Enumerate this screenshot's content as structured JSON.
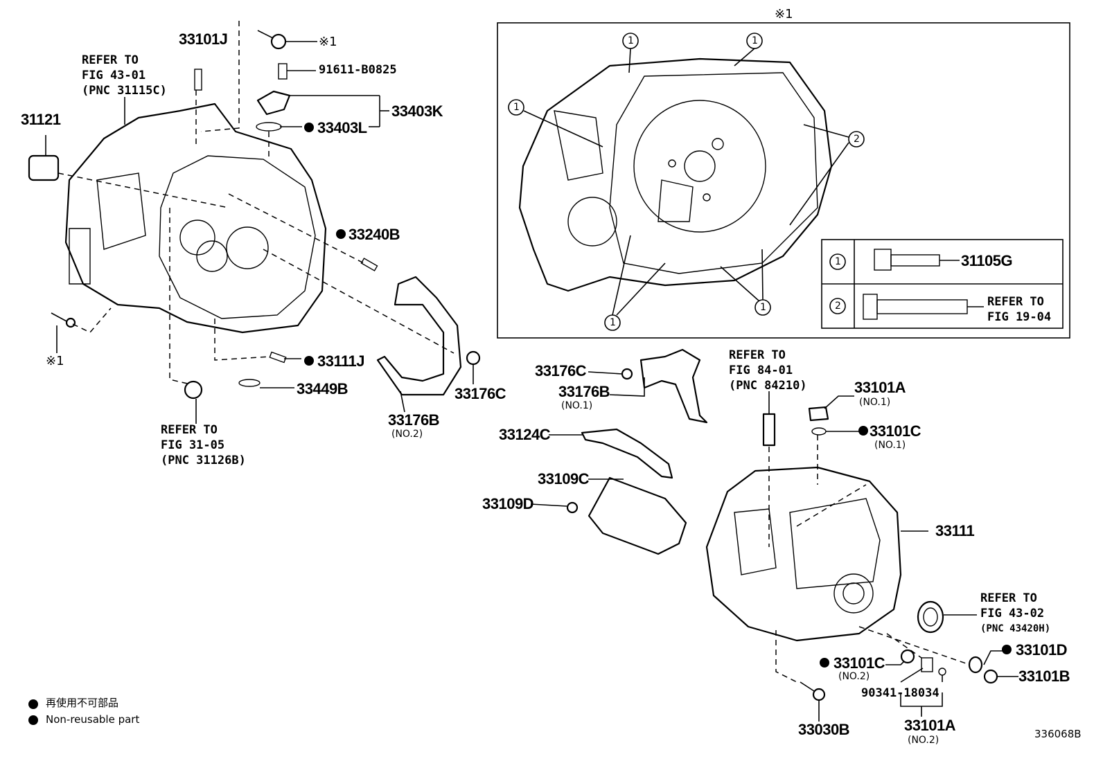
{
  "diagram_code": "336068B",
  "legend": {
    "reusable_note_ja": "再使用不可部品",
    "reusable_note_en": "Non-reusable part"
  },
  "detail_box": {
    "title_mark": "※1",
    "callout_1": "1",
    "callout_2": "2",
    "table": [
      {
        "callout": "1",
        "part": "31105G"
      },
      {
        "callout": "2",
        "part_line1": "REFER TO",
        "part_line2": "FIG 19-04"
      }
    ]
  },
  "parts": {
    "p33101J": "33101J",
    "mark1a": "※1",
    "p91611": "91611-B0825",
    "p33403K": "33403K",
    "p33403L": "33403L",
    "p31121": "31121",
    "refer_a": {
      "l1": "REFER TO",
      "l2": "FIG 43-01",
      "l3": "(PNC 31115C)"
    },
    "p33240B": "33240B",
    "p33111J": "33111J",
    "p33449B": "33449B",
    "mark1b": "※1",
    "refer_b": {
      "l1": "REFER TO",
      "l2": "FIG 31-05",
      "l3": "(PNC 31126B)"
    },
    "p33176C_a": "33176C",
    "p33176B_2": "33176B",
    "p33176B_2_sub": "(NO.2)",
    "p33176C_b": "33176C",
    "p33176B_1": "33176B",
    "p33176B_1_sub": "(NO.1)",
    "refer_c": {
      "l1": "REFER TO",
      "l2": "FIG 84-01",
      "l3": "(PNC 84210)"
    },
    "p33101A_1": "33101A",
    "p33101A_1_sub": "(NO.1)",
    "p33101C_1": "33101C",
    "p33101C_1_sub": "(NO.1)",
    "p33124C": "33124C",
    "p33109C": "33109C",
    "p33109D": "33109D",
    "p33111": "33111",
    "refer_d": {
      "l1": "REFER TO",
      "l2": "FIG 43-02",
      "l3": "(PNC 43420H)"
    },
    "p33101D": "33101D",
    "p33101C_2": "33101C",
    "p33101C_2_sub": "(NO.2)",
    "p33101B": "33101B",
    "p90341": "90341-18034",
    "p33030B": "33030B",
    "p33101A_2": "33101A",
    "p33101A_2_sub": "(NO.2)"
  }
}
